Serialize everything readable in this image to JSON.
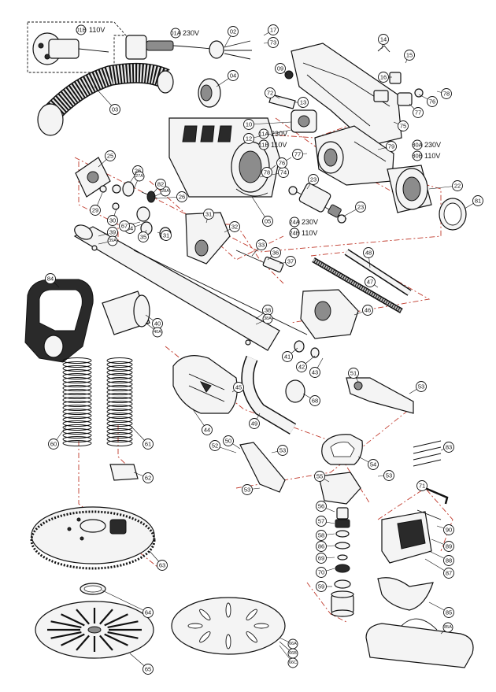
{
  "diagram": {
    "plug_110_label": "110V",
    "plug_110_code": "01B",
    "cable_230_label": "230V",
    "cable_230_code": "01A",
    "motor_230_code": "24A",
    "motor_230_label": "230V",
    "motor_110_code": "24B",
    "motor_110_label": "110V",
    "switch_230_code": "11A",
    "switch_230_label": "230V",
    "switch_110_code": "11B",
    "switch_110_label": "110V",
    "stator_230_code": "80A",
    "stator_230_label": "230V",
    "stator_110_code": "80B",
    "stator_110_label": "110V"
  },
  "parts": [
    {
      "id": "p02",
      "label": "02"
    },
    {
      "id": "p03",
      "label": "03"
    },
    {
      "id": "p04",
      "label": "04"
    },
    {
      "id": "p05",
      "label": "05"
    },
    {
      "id": "p09",
      "label": "09"
    },
    {
      "id": "p10",
      "label": "10"
    },
    {
      "id": "p12",
      "label": "12"
    },
    {
      "id": "p13",
      "label": "13"
    },
    {
      "id": "p14",
      "label": "14"
    },
    {
      "id": "p15",
      "label": "15"
    },
    {
      "id": "p16",
      "label": "16"
    },
    {
      "id": "p17",
      "label": "17"
    },
    {
      "id": "p22",
      "label": "22"
    },
    {
      "id": "p23a",
      "label": "23"
    },
    {
      "id": "p23b",
      "label": "23"
    },
    {
      "id": "p25",
      "label": "25"
    },
    {
      "id": "p26a",
      "label": "26"
    },
    {
      "id": "p26b",
      "label": "26"
    },
    {
      "id": "p27",
      "label": "27A"
    },
    {
      "id": "p28",
      "label": "28A"
    },
    {
      "id": "p29",
      "label": "29"
    },
    {
      "id": "p30",
      "label": "30"
    },
    {
      "id": "p31a",
      "label": "31"
    },
    {
      "id": "p31b",
      "label": "31"
    },
    {
      "id": "p32",
      "label": "32"
    },
    {
      "id": "p33",
      "label": "33"
    },
    {
      "id": "p34",
      "label": "34"
    },
    {
      "id": "p35",
      "label": "35"
    },
    {
      "id": "p36",
      "label": "36"
    },
    {
      "id": "p37",
      "label": "37"
    },
    {
      "id": "p38",
      "label": "38"
    },
    {
      "id": "p38a",
      "label": "38A"
    },
    {
      "id": "p39",
      "label": "39"
    },
    {
      "id": "p39a",
      "label": "39A"
    },
    {
      "id": "p40",
      "label": "40"
    },
    {
      "id": "p40a",
      "label": "40A"
    },
    {
      "id": "p41",
      "label": "41"
    },
    {
      "id": "p42",
      "label": "42"
    },
    {
      "id": "p43",
      "label": "43"
    },
    {
      "id": "p44",
      "label": "44"
    },
    {
      "id": "p45",
      "label": "45"
    },
    {
      "id": "p46",
      "label": "46"
    },
    {
      "id": "p47",
      "label": "47"
    },
    {
      "id": "p48",
      "label": "48"
    },
    {
      "id": "p49",
      "label": "49"
    },
    {
      "id": "p50",
      "label": "50"
    },
    {
      "id": "p51",
      "label": "51"
    },
    {
      "id": "p52",
      "label": "52"
    },
    {
      "id": "p53a",
      "label": "53"
    },
    {
      "id": "p53b",
      "label": "53"
    },
    {
      "id": "p53c",
      "label": "53"
    },
    {
      "id": "p53d",
      "label": "53"
    },
    {
      "id": "p54",
      "label": "54"
    },
    {
      "id": "p55",
      "label": "55"
    },
    {
      "id": "p56",
      "label": "56"
    },
    {
      "id": "p57",
      "label": "57"
    },
    {
      "id": "p58",
      "label": "58"
    },
    {
      "id": "p59",
      "label": "59"
    },
    {
      "id": "p60",
      "label": "60"
    },
    {
      "id": "p61",
      "label": "61"
    },
    {
      "id": "p62",
      "label": "62"
    },
    {
      "id": "p63",
      "label": "63"
    },
    {
      "id": "p64",
      "label": "64"
    },
    {
      "id": "p65",
      "label": "65"
    },
    {
      "id": "p66a",
      "label": "66A"
    },
    {
      "id": "p66b",
      "label": "66B"
    },
    {
      "id": "p66c",
      "label": "66C"
    },
    {
      "id": "p67",
      "label": "67"
    },
    {
      "id": "p68",
      "label": "68"
    },
    {
      "id": "p69",
      "label": "69"
    },
    {
      "id": "p70",
      "label": "70"
    },
    {
      "id": "p71",
      "label": "71"
    },
    {
      "id": "p72",
      "label": "72"
    },
    {
      "id": "p73",
      "label": "73"
    },
    {
      "id": "p74",
      "label": "74"
    },
    {
      "id": "p75",
      "label": "75"
    },
    {
      "id": "p76a",
      "label": "76"
    },
    {
      "id": "p76b",
      "label": "76"
    },
    {
      "id": "p77a",
      "label": "77"
    },
    {
      "id": "p77b",
      "label": "77"
    },
    {
      "id": "p78a",
      "label": "78"
    },
    {
      "id": "p78b",
      "label": "78"
    },
    {
      "id": "p79",
      "label": "79"
    },
    {
      "id": "p81",
      "label": "81"
    },
    {
      "id": "p82",
      "label": "82"
    },
    {
      "id": "p83",
      "label": "83"
    },
    {
      "id": "p84",
      "label": "84"
    },
    {
      "id": "p85",
      "label": "85"
    },
    {
      "id": "p85a",
      "label": "85A"
    },
    {
      "id": "p86",
      "label": "86"
    },
    {
      "id": "p87",
      "label": "87"
    },
    {
      "id": "p88",
      "label": "88"
    },
    {
      "id": "p89",
      "label": "89"
    },
    {
      "id": "p90",
      "label": "90"
    }
  ]
}
